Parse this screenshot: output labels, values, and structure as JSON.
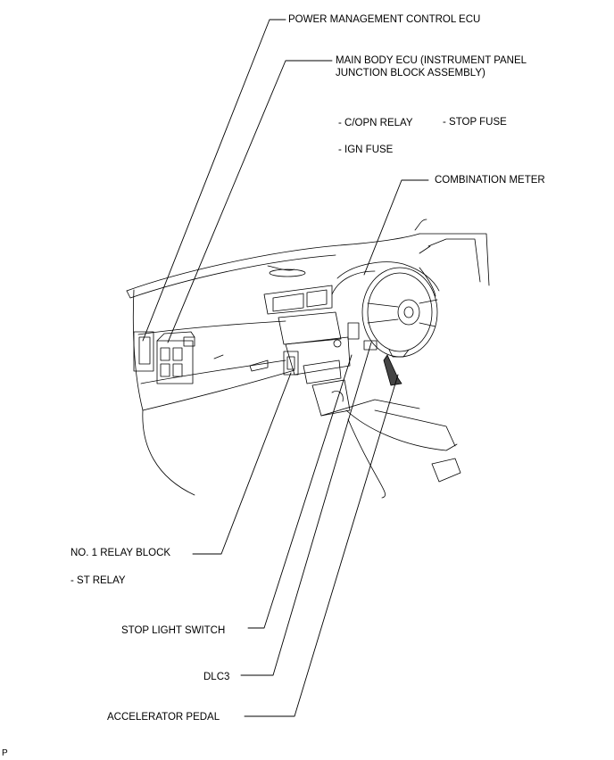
{
  "labels": {
    "power_ecu": "POWER MANAGEMENT CONTROL ECU",
    "main_body_ecu_line1": "MAIN BODY ECU (INSTRUMENT PANEL",
    "main_body_ecu_line2": "JUNCTION BLOCK ASSEMBLY)",
    "copn_relay": "- C/OPN RELAY",
    "stop_fuse": "- STOP FUSE",
    "ign_fuse": "- IGN FUSE",
    "combination_meter": "COMBINATION METER",
    "relay_block": "NO. 1 RELAY BLOCK",
    "st_relay": "- ST RELAY",
    "stop_light_switch": "STOP LIGHT SWITCH",
    "dlc3": "DLC3",
    "accelerator_pedal": "ACCELERATOR PEDAL",
    "corner_mark": "P"
  },
  "colors": {
    "line": "#000000",
    "background": "#ffffff"
  }
}
